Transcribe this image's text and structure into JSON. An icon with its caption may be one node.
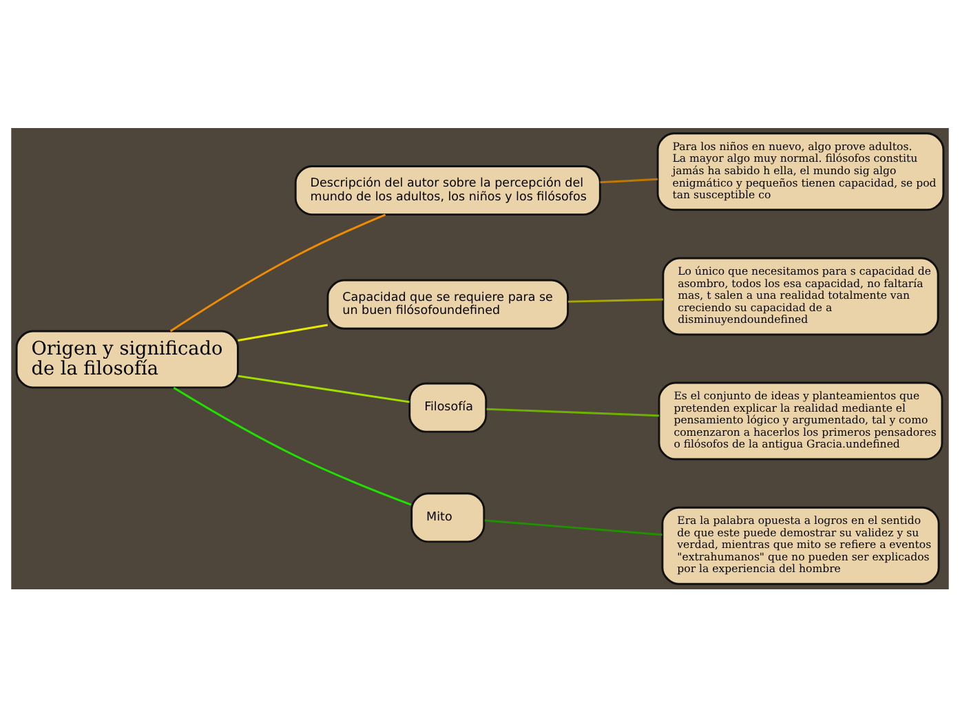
{
  "diagram": {
    "nodes": [
      {
        "text": [
          "Origen y significado de la filosofía"
        ]
      },
      {
        "text": [
          "Descripción del autor sobre la percepción del mundo de los adultos, los niños y los filósofos"
        ]
      },
      {
        "text": [
          "Para los niños en nuevo, algo prove adultos. La mayor algo muy normal. filósofos constitu jamás ha sabido h ella, el mundo sig algo enigmático y pequeños tienen capacidad, se pod tan susceptible co"
        ]
      },
      {
        "text": [
          "Capacidad que se requiere para se un buen filósofoundefined"
        ]
      },
      {
        "text": [
          "Lo único que necesitamos para s capacidad de asombro, todos los esa capacidad, no faltaría mas, t salen a una realidad totalmente van creciendo su capacidad de a disminuyendoundefined"
        ]
      },
      {
        "text": [
          "Filosofía"
        ]
      },
      {
        "text": [
          "Es el conjunto de ideas y planteamientos que pretenden explicar la realidad mediante el pensamiento lógico y argumentado, tal y como comenzaron a hacerlos los primeros pensadores o filósofos de la antigua Gracia.undefined"
        ]
      },
      {
        "text": [
          "Mito"
        ]
      },
      {
        "text": [
          "Era la palabra opuesta a logros en el sentido de que este puede demostrar su validez y su verdad, mientras que mito se refiere a eventos \"extrahumanos\" que no pueden ser explicados por la experiencia del hombre"
        ]
      }
    ],
    "edges": [
      {
        "from": 0,
        "to": 1,
        "arrow": "none",
        "color": "#f08c00"
      },
      {
        "from": 1,
        "to": 2,
        "arrow": "none",
        "color": "#c07800"
      },
      {
        "from": 0,
        "to": 3,
        "arrow": "none",
        "color": "#e8e800"
      },
      {
        "from": 3,
        "to": 4,
        "arrow": "none",
        "color": "#a8a800"
      },
      {
        "from": 0,
        "to": 5,
        "arrow": "none",
        "color": "#a0e000"
      },
      {
        "from": 5,
        "to": 6,
        "arrow": "none",
        "color": "#70b000"
      },
      {
        "from": 0,
        "to": 7,
        "arrow": "none",
        "color": "#20e000"
      },
      {
        "from": 7,
        "to": 8,
        "arrow": "none",
        "color": "#209000"
      }
    ]
  }
}
